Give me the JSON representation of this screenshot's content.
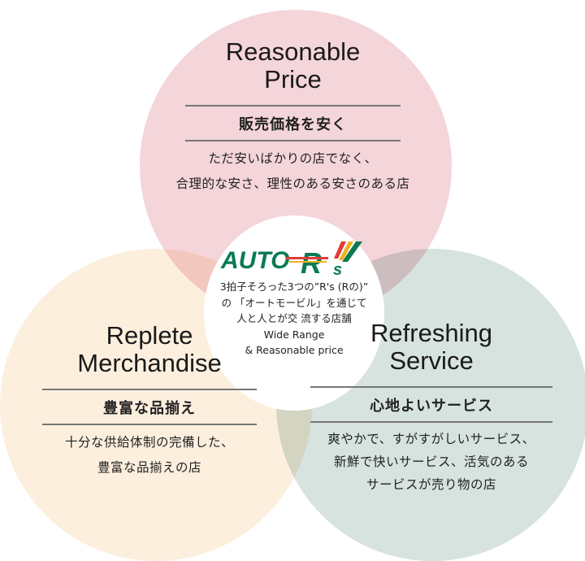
{
  "center": {
    "logo_text": "AUTO R's",
    "lines": [
      "3拍子そろった3つの”R's (Rの)”",
      "の 「オートモービル」を通じて",
      "人と人とが交 流する店舗",
      "Wide Range",
      "& Reasonable price"
    ]
  },
  "circles": [
    {
      "title_lines": [
        "Reasonable",
        "Price"
      ],
      "subtitle": "販売価格を安く",
      "body_lines": [
        "ただ安いばかりの店でなく、",
        "合理的な安さ、理性のある安さのある店"
      ]
    },
    {
      "title_lines": [
        "Replete",
        "Merchandise"
      ],
      "subtitle": "豊富な品揃え",
      "body_lines": [
        "十分な供給体制の完備した、",
        "豊富な品揃えの店"
      ]
    },
    {
      "title_lines": [
        "Refreshing",
        "Service"
      ],
      "subtitle": "心地よいサービス",
      "body_lines": [
        "爽やかで、すがすがしいサービス、",
        "新鮮で快いサービス、活気のある",
        "サービスが売り物の店"
      ]
    }
  ],
  "colors": {
    "pink": "#f4d5da",
    "cream": "#fdefde",
    "sage": "#d6e3df",
    "logo_green": "#0a7a55",
    "logo_red": "#e23a3a",
    "logo_yellow": "#f2b21c"
  }
}
